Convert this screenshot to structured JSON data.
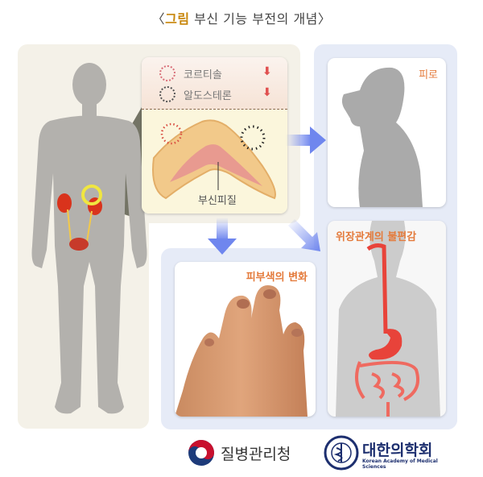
{
  "title": {
    "prefix_open": "〈",
    "accent": "그림",
    "text": " 부신 기능 부전의 개념",
    "suffix_close": "〉"
  },
  "hormone_panel": {
    "rows": [
      {
        "label": "코르티솔",
        "trend": "decrease",
        "arrow": "⬇",
        "ring_color": "#d9707a"
      },
      {
        "label": "알도스테론",
        "trend": "decrease",
        "arrow": "⬇",
        "ring_color": "#555555"
      }
    ],
    "adrenal_label": "부신피질"
  },
  "symptoms": {
    "fatigue": "피로",
    "skin": "피부색의 변화",
    "gi": "위장관계의 불편감"
  },
  "logos": {
    "kdca": "질병관리청",
    "kams": "대한의학회",
    "kams_sub": "Korean Academy of Medical Sciences"
  },
  "colors": {
    "accent": "#c8860a",
    "label_orange": "#e47b3c",
    "beige_panel": "#f4f1e8",
    "blue_panel": "#e6ebf7",
    "silhouette": "#b3b1ad",
    "arrow_blue": "#6f86ee",
    "decrease_red": "#e05050",
    "highlight_yellow": "#f0e640"
  }
}
